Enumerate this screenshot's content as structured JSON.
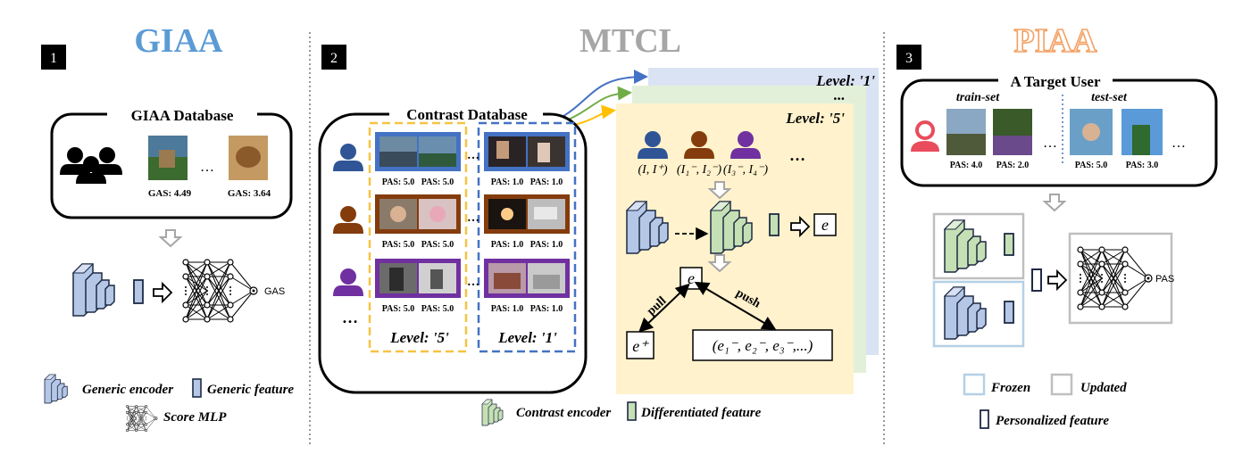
{
  "colors": {
    "giaa_title": "#5b9bd5",
    "mtcl_title": "#a6a6a6",
    "piaa_title": "#f4a062",
    "encoder_blue": "#b4c7e7",
    "encoder_green": "#c5e0b4",
    "user_blue": "#2f5597",
    "user_brown": "#843c0c",
    "user_purple": "#7030a0",
    "level5_border": "#f6c342",
    "level1_border": "#4472c4",
    "pane_yellow": "#fff2cc",
    "pane_green": "#e2f0d9",
    "pane_blue": "#dae3f3",
    "red_avatar": "#e94c5c"
  },
  "panel1": {
    "number": "1",
    "title": "GIAA",
    "database_label": "GIAA Database",
    "ellipsis": "…",
    "gas_1": "GAS: 4.49",
    "gas_2": "GAS: 3.64",
    "output_label": "GAS",
    "legend_encoder": "Generic encoder",
    "legend_feature": "Generic feature",
    "legend_mlp": "Score MLP",
    "icons": [
      "users-group-icon",
      "down-arrow-icon",
      "right-arrow-icon"
    ]
  },
  "panel2": {
    "number": "2",
    "title": "MTCL",
    "database_label": "Contrast Database",
    "pas_rows": [
      [
        "PAS: 5.0",
        "PAS: 5.0",
        "PAS: 1.0",
        "PAS: 1.0"
      ],
      [
        "PAS: 5.0",
        "PAS: 5.0",
        "PAS: 1.0",
        "PAS: 1.0"
      ],
      [
        "PAS: 5.0",
        "PAS: 5.0",
        "PAS: 1.0",
        "PAS: 1.0"
      ]
    ],
    "level_5_label": "Level: '5'",
    "level_1_label": "Level: '1'",
    "ellipsis": "…",
    "stack_level_1": "Level: '1'",
    "stack_dots": "...",
    "stack_level_5": "Level: '5'",
    "pair_1": "(I, I⁺)",
    "pair_2": "(I₁⁻, I₂⁻)",
    "pair_3": "(I₃⁻, I₄⁻)",
    "pairs_more": "…",
    "embedding": "e",
    "pull_label": "pull",
    "push_label": "push",
    "positive": "e⁺",
    "negatives": "(e₁⁻, e₂⁻, e₃⁻,...)",
    "legend_contrast_encoder": "Contrast encoder",
    "legend_diff_feature": "Differentiated feature"
  },
  "panel3": {
    "number": "3",
    "title": "PIAA",
    "user_label": "A Target User",
    "train_label": "train-set",
    "test_label": "test-set",
    "pas_values": [
      "PAS: 4.0",
      "PAS: 2.0",
      "PAS: 5.0",
      "PAS: 3.0"
    ],
    "ellipsis": "…",
    "output_label": "PAS",
    "legend_frozen": "Frozen",
    "legend_updated": "Updated",
    "legend_personalized": "Personalized feature"
  }
}
